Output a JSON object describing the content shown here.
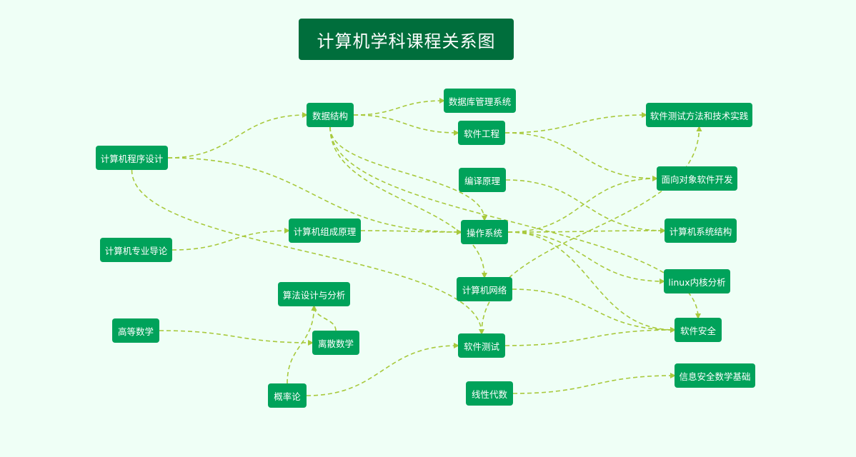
{
  "title": "计算机学科课程关系图",
  "colors": {
    "background": "#effff6",
    "title": "#006e3c",
    "node": "#00a25a",
    "edge": "#a8c93c"
  },
  "nodes": {
    "prog": "计算机程序设计",
    "intro": "计算机专业导论",
    "math": "高等数学",
    "ds": "数据结构",
    "db": "数据库管理系统",
    "se": "软件工程",
    "compiler": "编译原理",
    "org": "计算机组成原理",
    "os": "操作系统",
    "algo": "算法设计与分析",
    "net": "计算机网络",
    "discrete": "离散数学",
    "prob": "概率论",
    "test": "软件测试",
    "linalg": "线性代数",
    "stm": "软件测试方法和技术实践",
    "oo": "面向对象软件开发",
    "arch": "计算机系统结构",
    "linux": "linux内核分析",
    "sec": "软件安全",
    "secmath": "信息安全数学基础"
  },
  "edges": [
    [
      "prog",
      "ds"
    ],
    [
      "prog",
      "os"
    ],
    [
      "prog",
      "test"
    ],
    [
      "ds",
      "db"
    ],
    [
      "ds",
      "se"
    ],
    [
      "ds",
      "os"
    ],
    [
      "ds",
      "net"
    ],
    [
      "ds",
      "sec"
    ],
    [
      "intro",
      "org"
    ],
    [
      "org",
      "os"
    ],
    [
      "math",
      "discrete"
    ],
    [
      "discrete",
      "algo"
    ],
    [
      "prob",
      "algo"
    ],
    [
      "prob",
      "test"
    ],
    [
      "se",
      "stm"
    ],
    [
      "se",
      "oo"
    ],
    [
      "compiler",
      "arch"
    ],
    [
      "os",
      "oo"
    ],
    [
      "os",
      "arch"
    ],
    [
      "os",
      "linux"
    ],
    [
      "os",
      "sec"
    ],
    [
      "net",
      "sec"
    ],
    [
      "test",
      "stm"
    ],
    [
      "test",
      "sec"
    ],
    [
      "linalg",
      "secmath"
    ]
  ]
}
